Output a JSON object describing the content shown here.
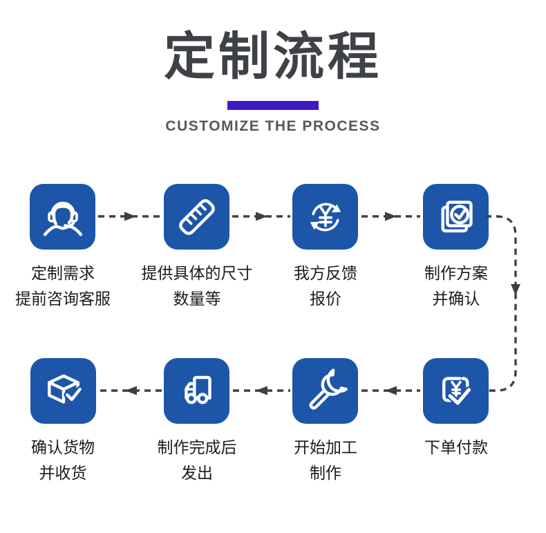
{
  "header": {
    "title": "定制流程",
    "subtitle": "CUSTOMIZE THE PROCESS",
    "accent_color": "#3e19c4",
    "title_color": "#3e4146"
  },
  "flow": {
    "tile_color": "#1d55a9",
    "icon_color": "#ffffff",
    "arrow_color": "#3f3f3f",
    "steps": [
      {
        "id": 1,
        "icon": "customer-service-headset-icon",
        "lines": [
          "定制需求",
          "提前咨询客服"
        ]
      },
      {
        "id": 2,
        "icon": "ruler-icon",
        "lines": [
          "提供具体的尺寸",
          "数量等"
        ]
      },
      {
        "id": 3,
        "icon": "currency-exchange-icon",
        "lines": [
          "我方反馈",
          "报价"
        ]
      },
      {
        "id": 4,
        "icon": "documents-check-icon",
        "lines": [
          "制作方案",
          "并确认"
        ]
      },
      {
        "id": 5,
        "icon": "pay-order-icon",
        "lines": [
          "下单付款"
        ]
      },
      {
        "id": 6,
        "icon": "wrench-icon",
        "lines": [
          "开始加工",
          "制作"
        ]
      },
      {
        "id": 7,
        "icon": "delivery-truck-icon",
        "lines": [
          "制作完成后",
          "发出"
        ]
      },
      {
        "id": 8,
        "icon": "package-received-icon",
        "lines": [
          "确认货物",
          "并收货"
        ]
      }
    ],
    "sequence": "1→2→3→4 top row left-to-right, curve down right side, 5→6→7→8 bottom row right-to-left"
  }
}
